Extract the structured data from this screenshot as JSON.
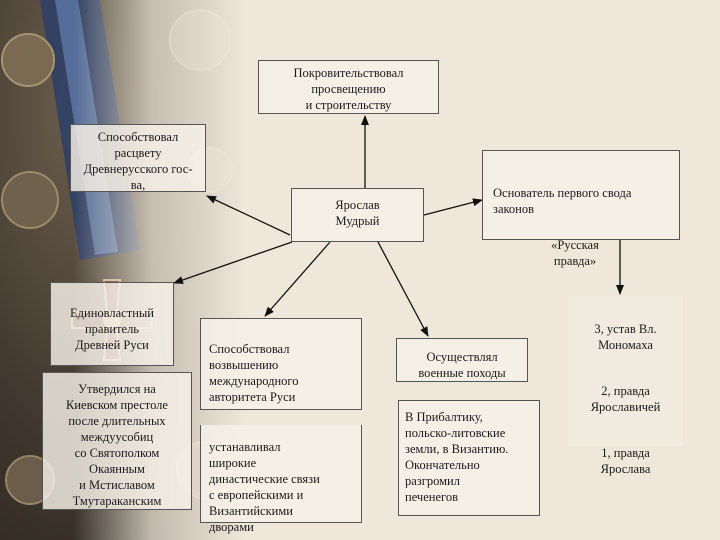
{
  "center": "Ярослав\nМудрый",
  "patron": "Покровительствовал\nпросвещению\nи строительству",
  "prosperity": "Способствовал\nрасцвету\nДревнерусского гос-\nва,",
  "lawcode_title": "Основатель первого свода\nзаконов",
  "lawcode_name": "«Русская\nправда»",
  "lawcode_parts": [
    "3, устав Вл.\nМономаха",
    "2, правда\nЯрославичей",
    "1, правда\nЯрослава"
  ],
  "ruler": "Единовластный\nправитель\nДревней Руси",
  "throne": "Утвердился на\nКиевском престоле\nпосле длительных\nмеждуусобиц\nсо Святополком\nОкаянным\nи Мстиславом\nТмутараканским",
  "authority": "Способствовал\nвозвышению\nмеждународного\nавторитета Руси",
  "dynastic": "устанавливал\nширокие\nдинастические связи\nс  европейскими и\nВизантийскими\nдворами",
  "campaigns": "Осуществлял\nвоенные походы",
  "campaign_details": "В Прибалтику,\nпольско-литовские\nземли, в Византию.\nОкончательно\nразгромил\nпеченегов"
}
